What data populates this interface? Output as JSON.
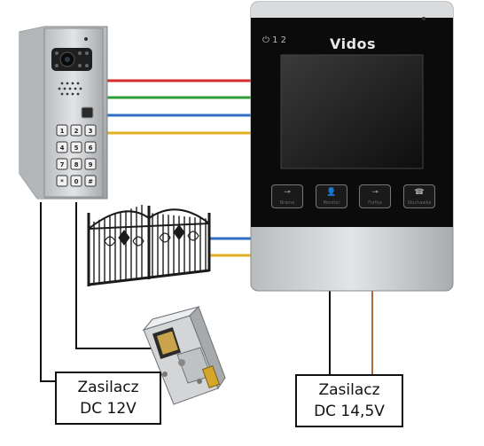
{
  "diagram": {
    "monitor": {
      "brand": "Vidos",
      "status_text": "⏻ 1 2",
      "buttons": [
        {
          "icon": "key-icon",
          "glyph": "⊸",
          "label": "Brama"
        },
        {
          "icon": "user-icon",
          "glyph": "👤",
          "label": "Monitor"
        },
        {
          "icon": "key-icon",
          "glyph": "⊸",
          "label": "Furtka"
        },
        {
          "icon": "phone-icon",
          "glyph": "☎",
          "label": "Słuchawka"
        }
      ]
    },
    "keypad_keys": [
      "1",
      "2",
      "3",
      "4",
      "5",
      "6",
      "7",
      "8",
      "9",
      "*",
      "0",
      "#"
    ],
    "power_supplies": [
      {
        "line1": "Zasilacz",
        "line2": "DC 12V"
      },
      {
        "line1": "Zasilacz",
        "line2": "DC 14,5V"
      }
    ],
    "wire_colors": {
      "red": "#d62b2b",
      "green": "#2f9e3a",
      "blue": "#2f6fc2",
      "yellow": "#e0b020",
      "black": "#111111",
      "brown": "#b06a3a"
    }
  }
}
